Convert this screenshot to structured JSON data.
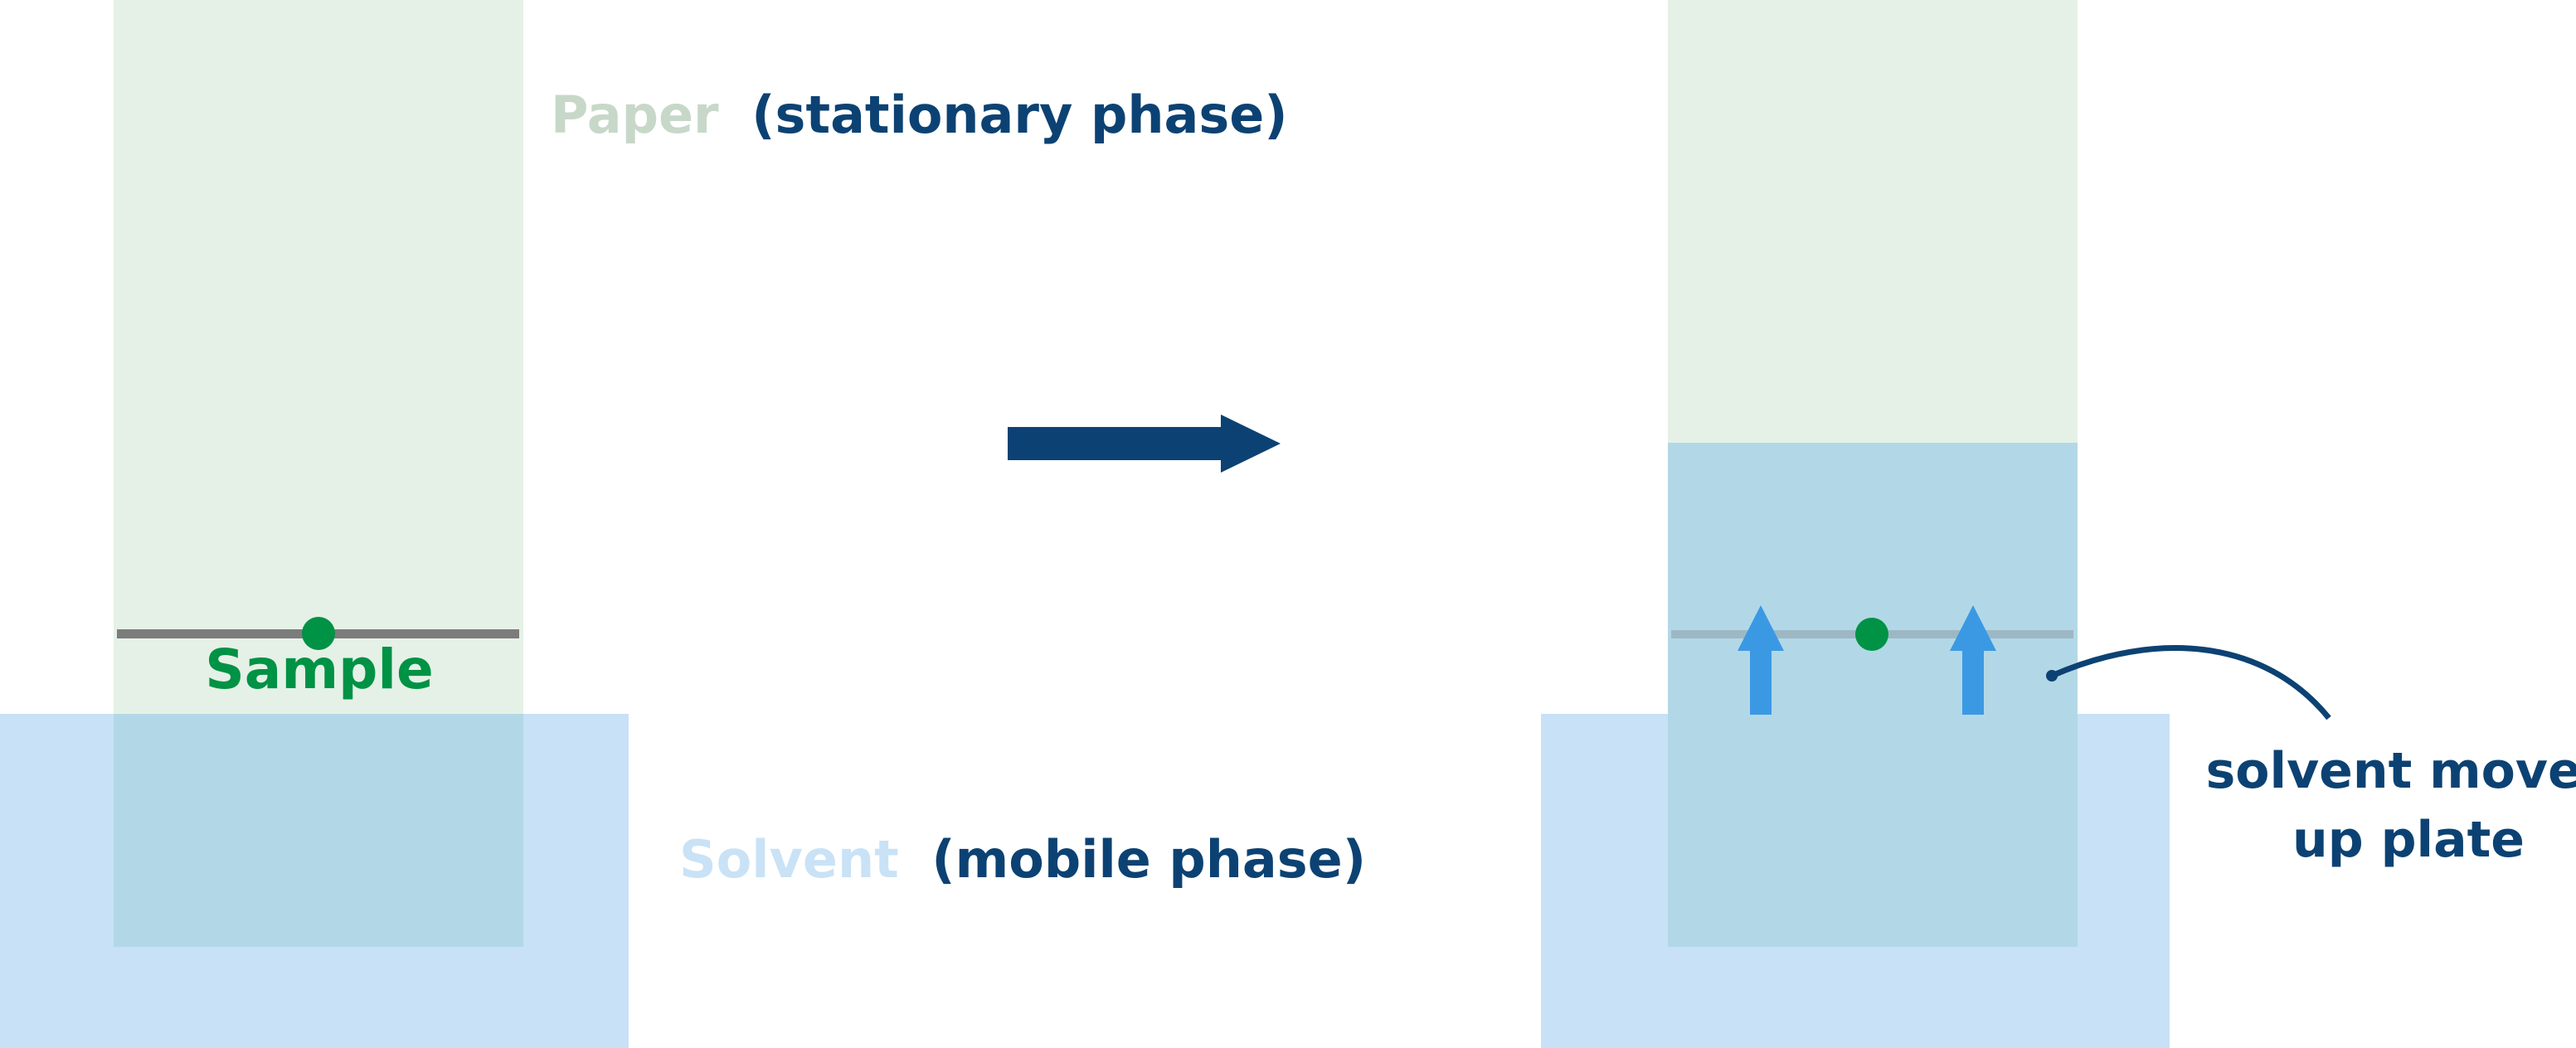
{
  "labels": {
    "paper_word": "Paper",
    "paper_rest": "(stationary phase)",
    "sample": "Sample",
    "solvent_word": "Solvent",
    "solvent_rest": "(mobile phase)",
    "annotation_line1": "solvent moves",
    "annotation_line2": "up plate"
  },
  "colors": {
    "paper": "#e5f1e6",
    "solvent": "#c8e1f6",
    "overlap": "#b2d8e7",
    "baseline": "#7c7c7c",
    "baseline_faded": "#9db8c4",
    "sample_dot": "#009245",
    "navy": "#0c4273",
    "up_arrow": "#3b99e4",
    "paper_label": "#c7d8c9",
    "solvent_label": "#c9e2f6"
  }
}
